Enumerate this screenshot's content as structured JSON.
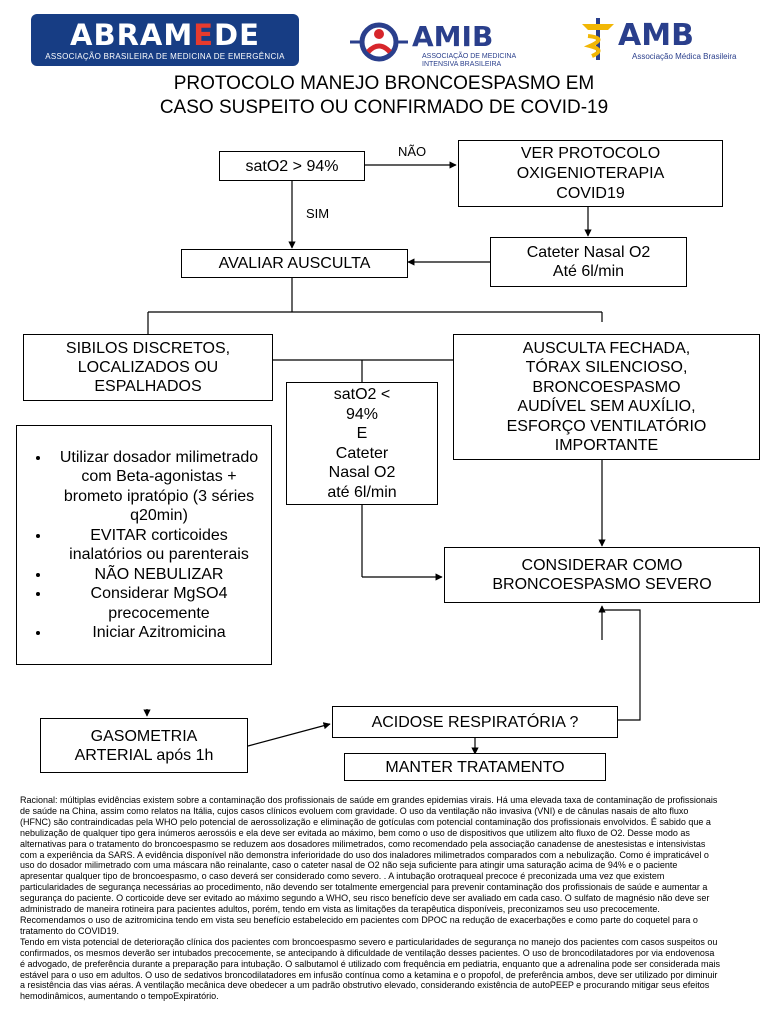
{
  "logos": {
    "abramede": {
      "name_part1": "ABRAM",
      "name_e": "E",
      "name_part2": "DE",
      "subtitle": "ASSOCIAÇÃO BRASILEIRA DE MEDICINA DE EMERGÊNCIA"
    },
    "amib": {
      "name": "AMIB",
      "subtitle_line1": "ASSOCIAÇÃO DE MEDICINA",
      "subtitle_line2": "INTENSIVA BRASILEIRA"
    },
    "amb": {
      "name": "AMB",
      "subtitle": "Associação Médica Brasileira"
    }
  },
  "title": {
    "line1": "PROTOCOLO MANEJO BRONCOESPASMO EM",
    "line2": "CASO SUSPEITO OU CONFIRMADO DE COVID-19"
  },
  "flow": {
    "sat_check": "satO2 > 94%",
    "label_nao": "NÃO",
    "label_sim": "SIM",
    "ver_protocolo": [
      "VER PROTOCOLO",
      "OXIGENIOTERAPIA",
      "COVID19"
    ],
    "cateter": [
      "Cateter Nasal O2",
      "Até 6l/min"
    ],
    "avaliar": "AVALIAR AUSCULTA",
    "sibilos": [
      "SIBILOS DISCRETOS,",
      "LOCALIZADOS OU",
      "ESPALHADOS"
    ],
    "ausculta_fechada": [
      "AUSCULTA FECHADA,",
      "TÓRAX SILENCIOSO,",
      "BRONCOESPASMO",
      "AUDÍVEL SEM AUXÍLIO,",
      "ESFORÇO VENTILATÓRIO",
      "IMPORTANTE"
    ],
    "sat_low": [
      "satO2 <",
      "94%",
      "E",
      "Cateter",
      "Nasal O2",
      "até 6l/min"
    ],
    "treatment": [
      "Utilizar dosador milimetrado com Beta-agonistas + brometo ipratópio (3 séries q20min)",
      "EVITAR corticoides inalatórios ou parenterais",
      "NÃO NEBULIZAR",
      "Considerar MgSO4 precocemente",
      "Iniciar Azitromicina"
    ],
    "severo": [
      "CONSIDERAR COMO",
      "BRONCOESPASMO SEVERO"
    ],
    "gasometria": [
      "GASOMETRIA",
      "ARTERIAL após 1h"
    ],
    "acidose": "ACIDOSE RESPIRATÓRIA ?",
    "manter": "MANTER TRATAMENTO"
  },
  "footer": {
    "racional": "Racional: múltiplas evidências existem sobre a contaminação dos profissionais de saúde em grandes epidemias virais. Há uma elevada taxa de contaminação de profissionais de saúde na China, assim como relatos na Itália, cujos casos clínicos evoluem com gravidade. O uso da ventilação não invasiva (VNI) e de cânulas nasais de alto fluxo (HFNC) são contraindicadas pela WHO pelo potencial de aerossolização e eliminação de gotículas com potencial contaminação dos profissionais envolvidos. É sabido que a nebulização de qualquer tipo gera inúmeros aerossóis e ela deve ser evitada ao máximo, bem como o uso de dispositivos que utilizem alto fluxo de O2. Desse modo as alternativas para o tratamento do broncoespasmo se reduzem aos dosadores milimetrados, como recomendado pela associação canadense de anestesistas e intensivistas com a experiência da SARS. A evidência disponível não demonstra inferioridade do uso dos inaladores milimetrados comparados com a nebulização. Como é impraticável o uso do dosador milimetrado com uma máscara não reinalante, caso o cateter nasal de O2 não seja suficiente para atingir uma saturação acima de 94% e o paciente apresentar qualquer tipo de broncoespasmo, o caso deverá ser considerado como severo. . A intubação orotraqueal precoce é preconizada uma vez que existem particularidades de segurança necessárias ao procedimento, não devendo ser totalmente emergencial para prevenir contaminação dos profissionais de saúde e aumentar a segurança do paciente. O corticoide deve ser evitado ao máximo segundo a WHO, seu risco benefício deve ser avaliado em cada caso. O sulfato de magnésio não deve ser administrado de maneira rotineira para pacientes adultos, porém, tendo em vista as limitações da terapêutica disponíveis, preconizamos seu uso precocemente. Recomendamos o uso de azitromicina tendo em vista seu benefício estabelecido em pacientes com DPOC na redução de exacerbações e como parte do coquetel para o tratamento do COVID19.",
    "tendo": "Tendo em vista potencial de deterioração clínica dos pacientes com broncoespasmo severo e particularidades de segurança no manejo dos pacientes com casos suspeitos ou confirmados, os mesmos deverão ser intubados precocemente, se antecipando à dificuldade de ventilação desses pacientes. O uso de broncodilatadores por via endovenosa é advogado, de preferência durante a preparação para intubação. O salbutamol é utilizado com frequência em pediatria, enquanto que a adrenalina pode ser considerada mais estável para o uso em adultos. O uso de sedativos broncodilatadores em infusão contínua como a ketamina e o propofol, de preferência ambos, deve ser utilizado por diminuir a resistência das vias aéras. A ventilação mecânica deve obedecer a um padrão obstrutivo elevado, considerando existência de autoPEEP e procurando mitigar seus efeitos hemodinâmicos, aumentando o tempoExpiratório."
  },
  "colors": {
    "abramede_bg": "#173d84",
    "abramede_e": "#e63b2e",
    "amib_blue": "#2a3f8c",
    "amib_red": "#d7262b",
    "amb_yellow": "#f2b705"
  }
}
